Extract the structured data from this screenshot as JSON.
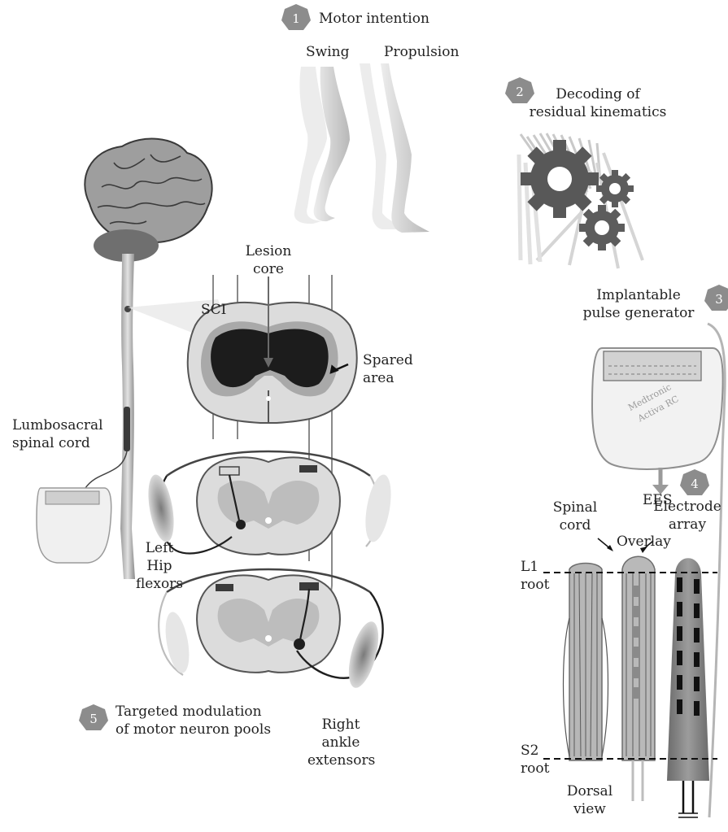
{
  "steps": [
    {
      "number": "1",
      "title": "Motor intention"
    },
    {
      "number": "2",
      "title_line1": "Decoding of",
      "title_line2": "residual kinematics"
    },
    {
      "number": "3",
      "title_line1": "Implantable",
      "title_line2": "pulse generator"
    },
    {
      "number": "4",
      "title": "EES"
    },
    {
      "number": "5",
      "title_line1": "Targeted modulation",
      "title_line2": "of motor neuron pools"
    }
  ],
  "gait_phases": {
    "swing": "Swing",
    "propulsion": "Propulsion"
  },
  "lesion": {
    "core_line1": "Lesion",
    "core_line2": "core",
    "sci": "SCI",
    "spared_line1": "Spared",
    "spared_line2": "area"
  },
  "cord_label": {
    "line1": "Lumbosacral",
    "line2": "spinal cord"
  },
  "muscles": {
    "left": {
      "line1": "Left",
      "line2": "Hip",
      "line3": "flexors"
    },
    "right": {
      "line1": "Right",
      "line2": "ankle",
      "line3": "extensors"
    }
  },
  "electrode_panel": {
    "spinal_cord_line1": "Spinal",
    "spinal_cord_line2": "cord",
    "overlay": "Overlay",
    "electrode_line1": "Electrode",
    "electrode_line2": "array",
    "l1_line1": "L1",
    "l1_line2": "root",
    "s2_line1": "S2",
    "s2_line2": "root",
    "dorsal_line1": "Dorsal",
    "dorsal_line2": "view"
  },
  "device_text": {
    "brand": "Medtronic",
    "model": "Activa RC"
  },
  "colors": {
    "badge": "#8c8c8c",
    "lesion": "#1c1c1c",
    "spared": "#a9a9a9",
    "tissue": "#dcdcdc",
    "text": "#222222"
  }
}
